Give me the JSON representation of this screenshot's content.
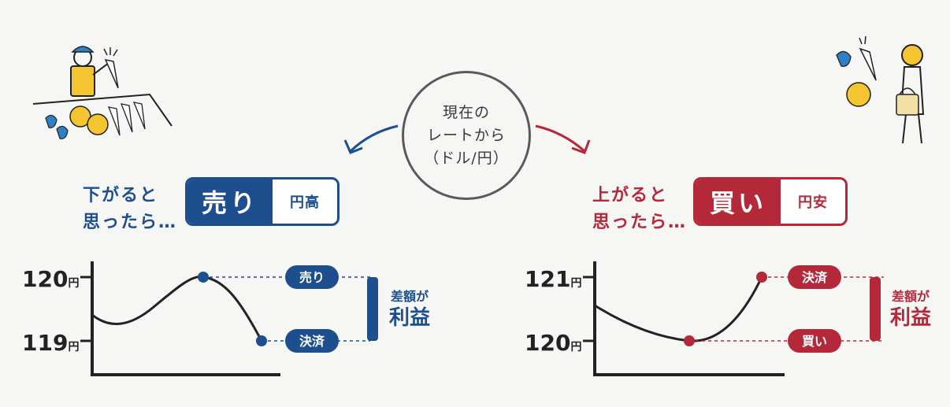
{
  "center": {
    "line1": "現在の",
    "line2": "レートから",
    "line3": "（ドル/円）"
  },
  "left": {
    "prompt_line1": "下がると",
    "prompt_line2": "思ったら…",
    "action": "売り",
    "sub": "円高",
    "y_top": "120",
    "y_bottom": "119",
    "unit": "円",
    "top_label": "売り",
    "bottom_label": "決済",
    "profit_line1": "差額が",
    "profit_line2": "利益",
    "color": "#1d4f8f"
  },
  "right": {
    "prompt_line1": "上がると",
    "prompt_line2": "思ったら…",
    "action": "買い",
    "sub": "円安",
    "y_top": "121",
    "y_bottom": "120",
    "unit": "円",
    "top_label": "決済",
    "bottom_label": "買い",
    "profit_line1": "差額が",
    "profit_line2": "利益",
    "color": "#b5283a"
  }
}
